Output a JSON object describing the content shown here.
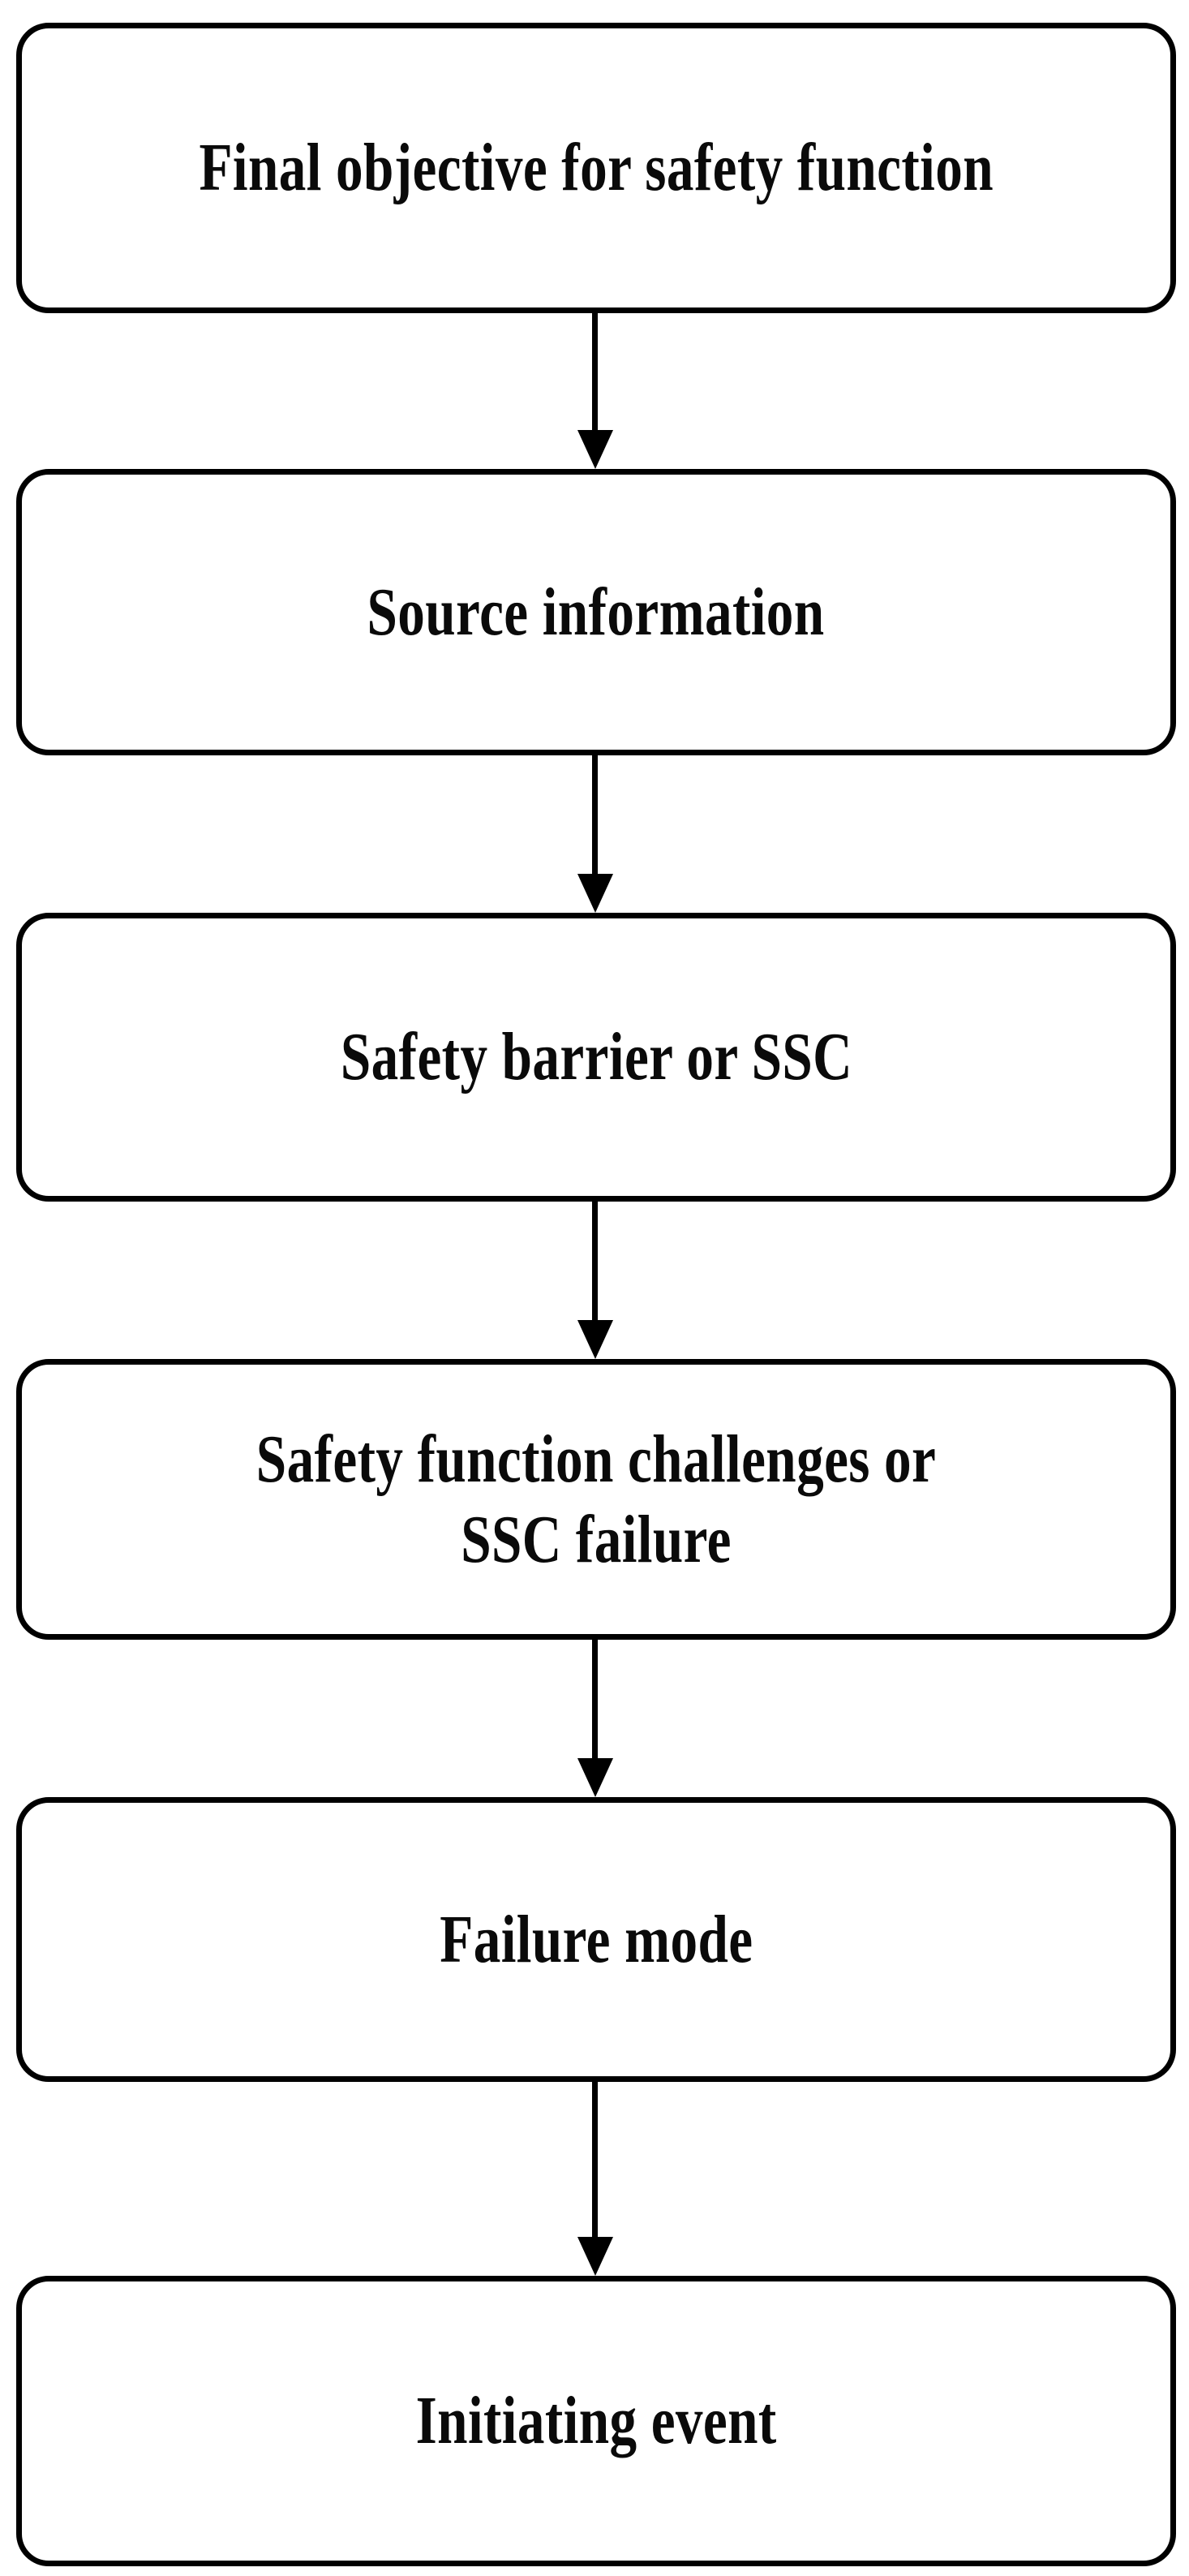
{
  "diagram": {
    "type": "flowchart",
    "orientation": "top-to-bottom",
    "background_color": "#ffffff",
    "stroke_color": "#000000",
    "text_color": "#0a0a0a",
    "node_shape": "rounded-rectangle",
    "nodes": [
      {
        "id": "final-objective",
        "label": "Final objective for safety function"
      },
      {
        "id": "source-information",
        "label": "Source information"
      },
      {
        "id": "safety-barrier",
        "label": "Safety barrier or SSC"
      },
      {
        "id": "safety-challenges",
        "label": "Safety function challenges or\nSSC failure"
      },
      {
        "id": "failure-mode",
        "label": "Failure mode"
      },
      {
        "id": "initiating-event",
        "label": "Initiating event"
      }
    ],
    "connectors": [
      {
        "id": "arrow-1",
        "from": "final-objective",
        "to": "source-information",
        "arrowhead": "solid-triangle-down"
      },
      {
        "id": "arrow-2",
        "from": "source-information",
        "to": "safety-barrier",
        "arrowhead": "solid-triangle-down"
      },
      {
        "id": "arrow-3",
        "from": "safety-barrier",
        "to": "safety-challenges",
        "arrowhead": "solid-triangle-down"
      },
      {
        "id": "arrow-4",
        "from": "safety-challenges",
        "to": "failure-mode",
        "arrowhead": "solid-triangle-down"
      },
      {
        "id": "arrow-5",
        "from": "failure-mode",
        "to": "initiating-event",
        "arrowhead": "solid-triangle-down"
      }
    ]
  }
}
